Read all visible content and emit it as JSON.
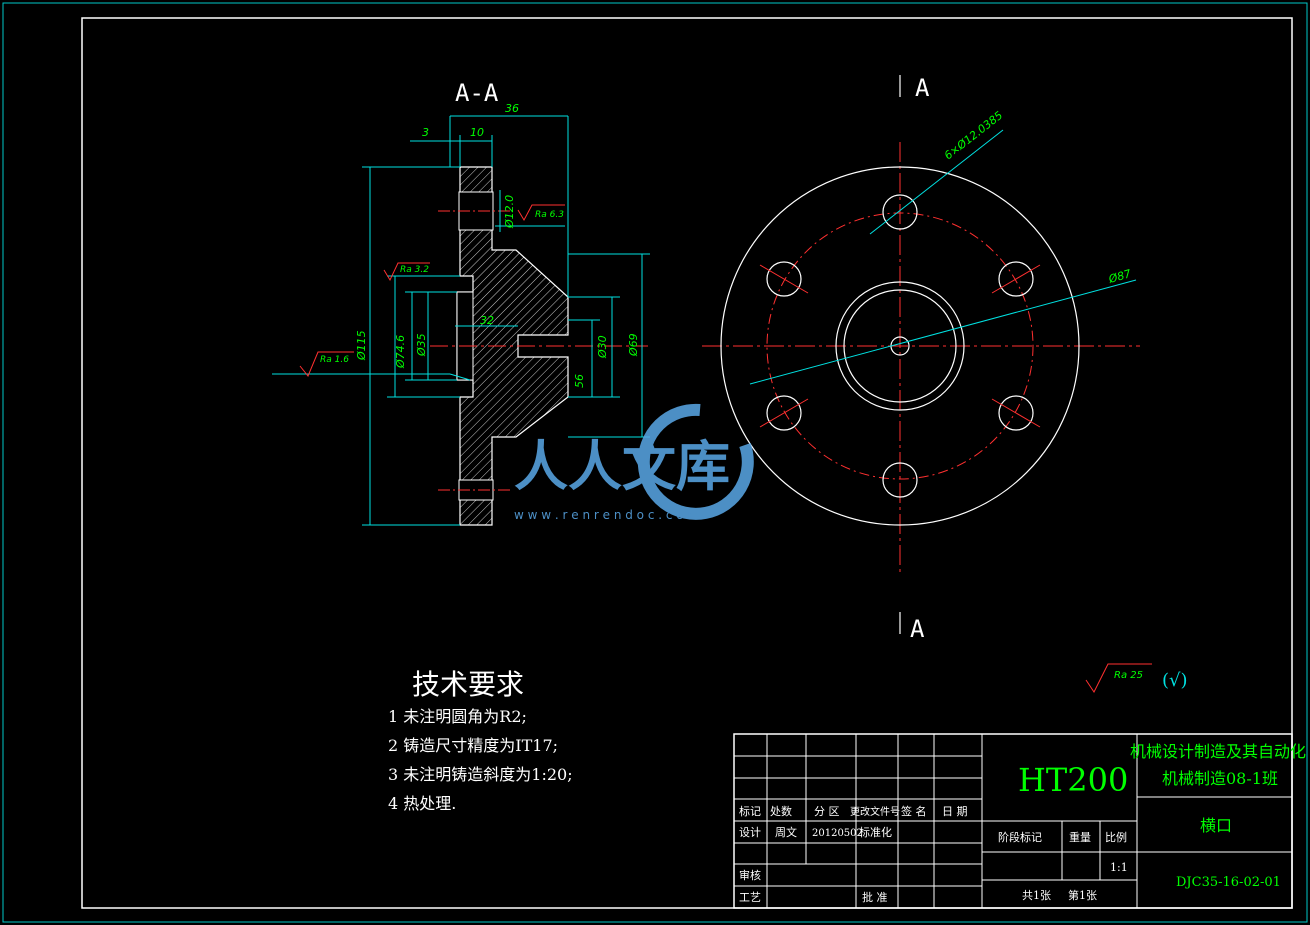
{
  "section_view": {
    "title": "A-A",
    "dims": [
      "36",
      "3",
      "10",
      "Ø12.0",
      "Ø115",
      "Ø74.6",
      "Ø35",
      "32",
      "Ø30",
      "Ø69",
      "56"
    ],
    "roughness": [
      "Ra 6.3",
      "Ra 3.2",
      "Ra 1.6"
    ]
  },
  "front_view": {
    "section_marks": [
      "A",
      "A"
    ],
    "dims": [
      "6×Ø12.0385",
      "Ø87"
    ]
  },
  "watermark": {
    "logo_text": "人人文库",
    "url": "w w w . r e n r e n d o c . c o m"
  },
  "general_roughness": {
    "value": "Ra 25",
    "suffix": "(√)"
  },
  "tech_requirements": {
    "heading": "技术要求",
    "items": [
      "1  未注明圆角为R2;",
      "2  铸造尺寸精度为IT17;",
      "3  未注明铸造斜度为1:20;",
      "4  热处理."
    ]
  },
  "title_block": {
    "material": "HT200",
    "school_line1": "机械设计制造及其自动化",
    "school_line2": "机械制造08-1班",
    "part_name": "横口",
    "drawing_no": "DJC35-16-02-01",
    "revision_headers": [
      "标记",
      "处数",
      "分 区",
      "更改文件号",
      "签 名",
      "日 期"
    ],
    "design_label": "设计",
    "designer": "周文",
    "design_date": "20120502",
    "standardize_label": "标准化",
    "review_label": "审核",
    "process_label": "工艺",
    "approve_label": "批 准",
    "stage_label": "阶段标记",
    "weight_label": "重量",
    "scale_label": "比例",
    "scale_value": "1:1",
    "sheets_total": "共1张",
    "sheet_no": "第1张"
  }
}
